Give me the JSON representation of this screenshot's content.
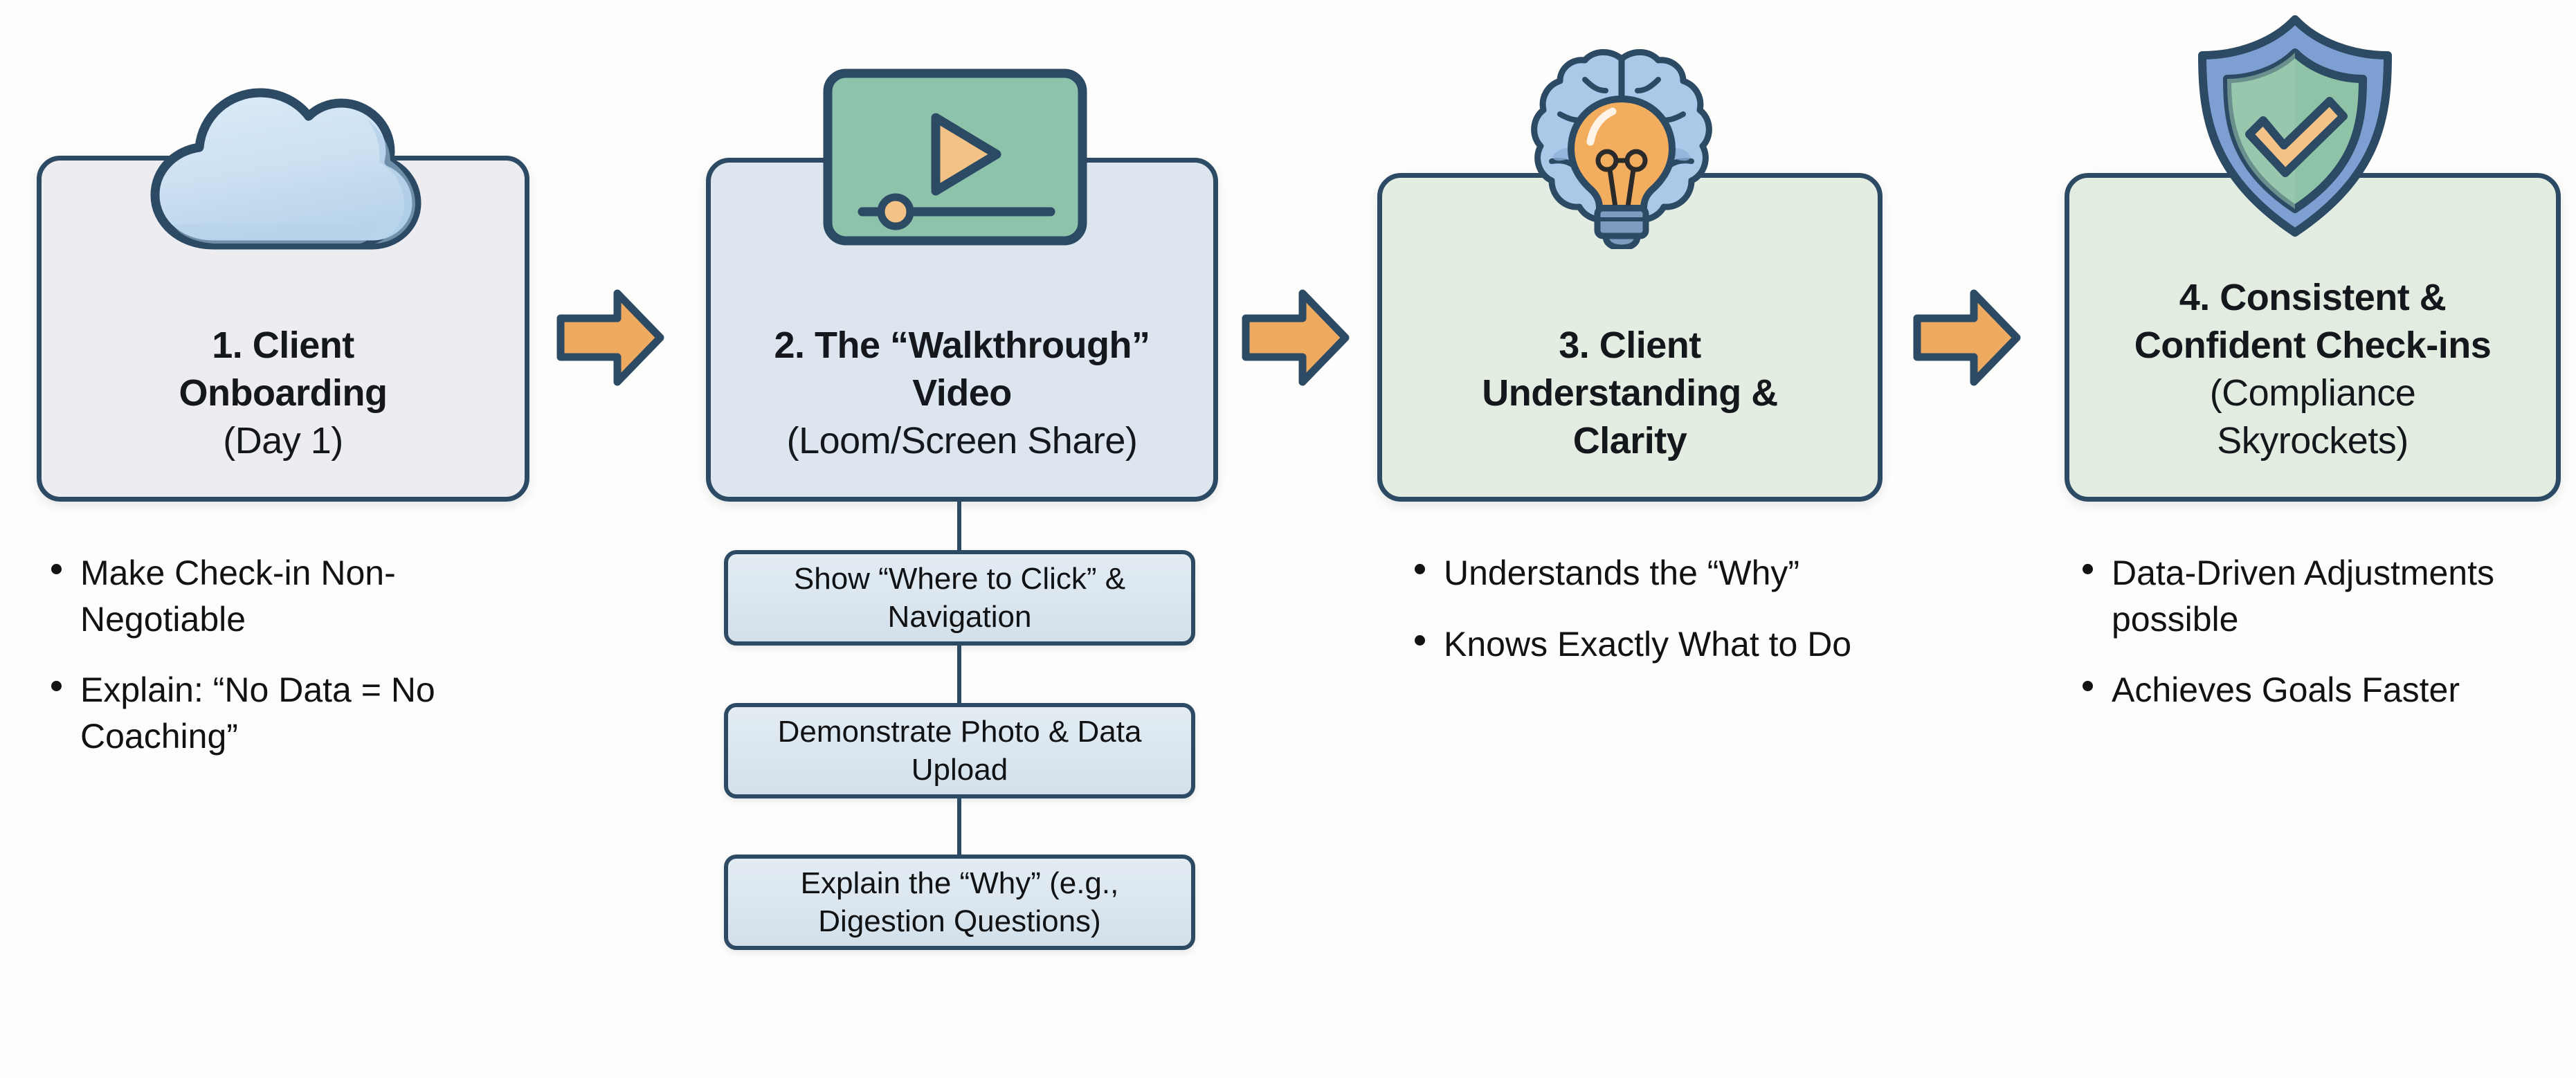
{
  "theme": {
    "border_color": "#2c4a64",
    "arrow_fill": "#eeab60",
    "accent_orange": "#f3c287",
    "video_green": "#82bca4",
    "brain_blue": "#a9c6e8",
    "bulb_orange": "#f2ae5e",
    "shield_blue": "#7d9fd1",
    "shield_green": "#8fc3a7",
    "cloud_blue": "#cfe2f3",
    "box1_bg": "#edecf0",
    "box2_bg": "#dde6ef",
    "box3_bg": "#e4ede2",
    "box4_bg": "#e2ece1"
  },
  "steps": [
    {
      "id": "step-1",
      "icon": "cloud-icon",
      "title_line1": "1. Client",
      "title_line2": "Onboarding",
      "subtitle": "(Day 1)",
      "bullets": [
        "Make Check-in Non-Negotiable",
        "Explain: “No Data = No Coaching”"
      ]
    },
    {
      "id": "step-2",
      "icon": "video-player-icon",
      "title_line1": "2. The “Walkthrough”",
      "title_line2": "Video",
      "subtitle": "(Loom/Screen Share)",
      "substeps": [
        "Show “Where to Click” & Navigation",
        "Demonstrate Photo & Data Upload",
        "Explain the “Why” (e.g., Digestion Questions)"
      ]
    },
    {
      "id": "step-3",
      "icon": "brain-lightbulb-icon",
      "title_line1": "3. Client",
      "title_line2": "Understanding &",
      "title_line3": "Clarity",
      "bullets": [
        "Understands the “Why”",
        "Knows Exactly What to Do"
      ]
    },
    {
      "id": "step-4",
      "icon": "shield-check-icon",
      "title_line1": "4. Consistent &",
      "title_line2": "Confident Check-ins",
      "subtitle_line1": "(Compliance",
      "subtitle_line2": "Skyrockets)",
      "bullets": [
        "Data-Driven Adjustments possible",
        "Achieves Goals Faster"
      ]
    }
  ],
  "arrows": [
    {
      "id": "arrow-1-2",
      "icon": "arrow-right-icon"
    },
    {
      "id": "arrow-2-3",
      "icon": "arrow-right-icon"
    },
    {
      "id": "arrow-3-4",
      "icon": "arrow-right-icon"
    }
  ]
}
